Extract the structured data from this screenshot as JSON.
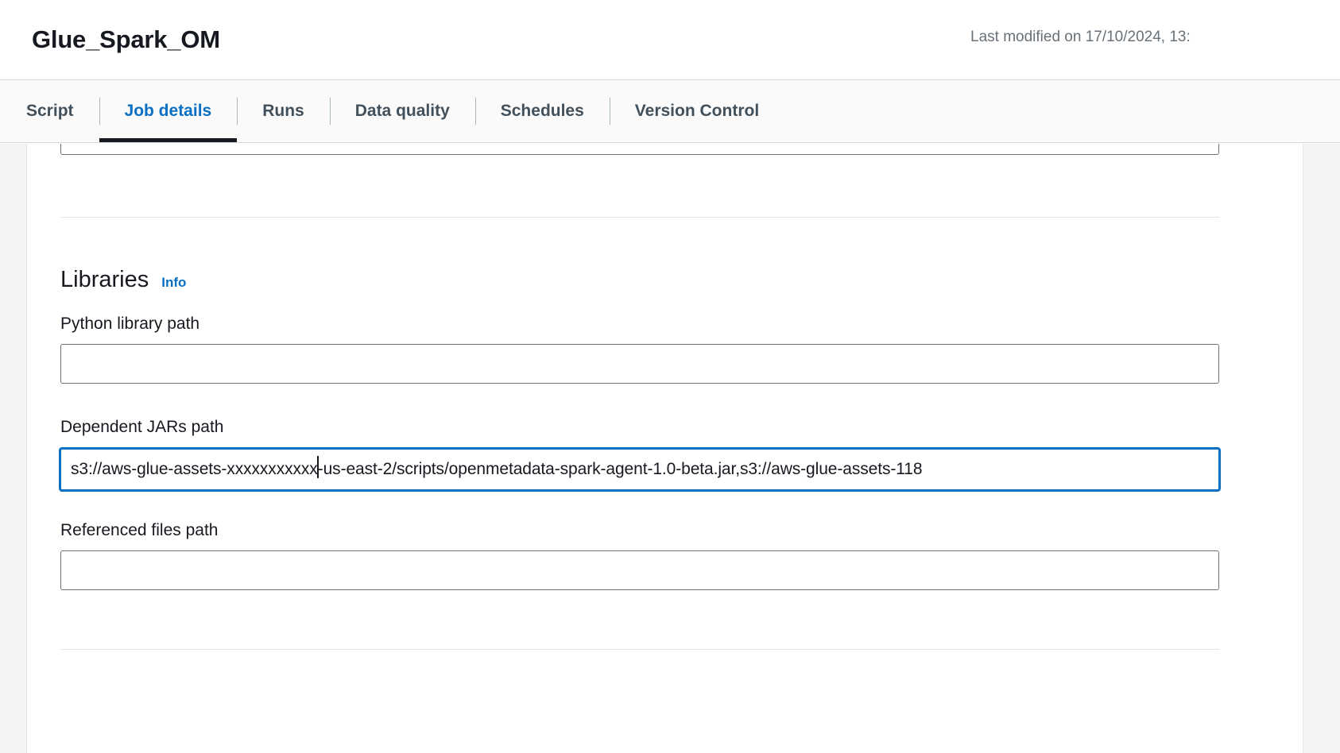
{
  "header": {
    "job_title": "Glue_Spark_OM",
    "last_modified": "Last modified on 17/10/2024, 13:"
  },
  "tabs": [
    {
      "label": "Script",
      "active": false
    },
    {
      "label": "Job details",
      "active": true
    },
    {
      "label": "Runs",
      "active": false
    },
    {
      "label": "Data quality",
      "active": false
    },
    {
      "label": "Schedules",
      "active": false
    },
    {
      "label": "Version Control",
      "active": false
    }
  ],
  "libraries": {
    "section_title": "Libraries",
    "info_label": "Info",
    "fields": [
      {
        "label": "Python library path",
        "value": "",
        "focused": false
      },
      {
        "label": "Dependent JARs path",
        "value_before_caret": "s3://aws-glue-assets-xxxxxxxxxxx",
        "value_after_caret": "-us-east-2/scripts/openmetadata-spark-agent-1.0-beta.jar,s3://aws-glue-assets-118",
        "focused": true
      },
      {
        "label": "Referenced files path",
        "value": "",
        "focused": false
      }
    ]
  },
  "colors": {
    "accent": "#0a6fc2",
    "text": "#16191f",
    "muted": "#687078",
    "border": "#687078",
    "page_bg": "#f2f3f3"
  }
}
